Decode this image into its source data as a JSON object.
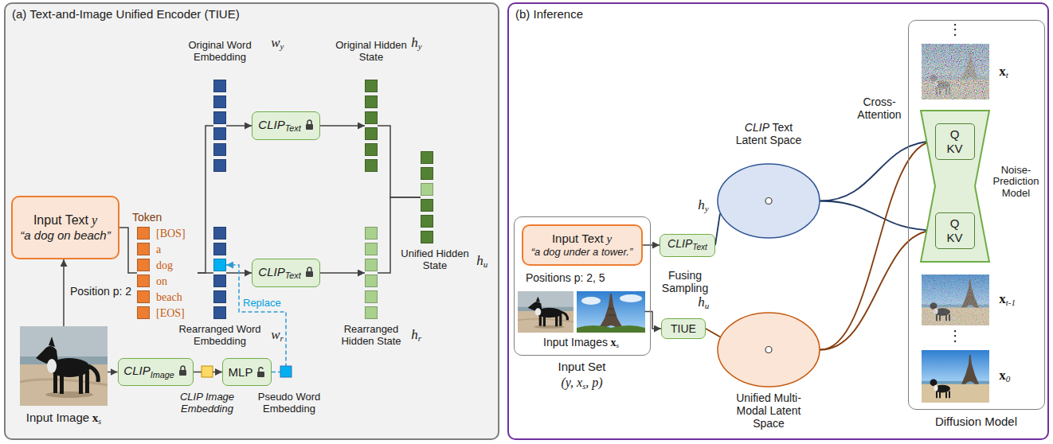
{
  "diagram": {
    "nodes": [
      {
        "text": [
          "(a) Text-and-Image Unified Encoder (TIUE)"
        ]
      },
      {
        "text": [
          "Input Text",
          "y",
          "“a dog on beach”"
        ],
        "in": 0
      },
      {
        "text": [
          "Token",
          "[BOS]",
          "a",
          "dog",
          "on",
          "beach",
          "[EOS]"
        ],
        "in": 0
      },
      {
        "text": [
          "Original Word Embedding",
          "w",
          "y"
        ],
        "in": 0
      },
      {
        "text": [
          "Rearranged Word Embedding",
          "w",
          "r"
        ],
        "in": 0
      },
      {
        "text": [
          "CLIP",
          "Text"
        ],
        "in": 0
      },
      {
        "text": [
          "CLIP",
          "Text"
        ],
        "in": 0
      },
      {
        "text": [
          "Original Hidden State",
          "h",
          "y"
        ],
        "in": 0
      },
      {
        "text": [
          "Rearranged Hidden State",
          "h",
          "r"
        ],
        "in": 0
      },
      {
        "text": [
          "Unified Hidden State",
          "h",
          "u"
        ],
        "in": 0
      },
      {
        "text": [
          "Input Image",
          "x",
          "s"
        ],
        "in": 0
      },
      {
        "text": [
          "CLIP",
          "Image"
        ],
        "in": 0
      },
      {
        "text": [
          "MLP"
        ],
        "in": 0
      },
      {
        "text": [
          "(b) Inference"
        ]
      },
      {
        "text": [
          "Input Set",
          "(y, x",
          "s",
          ", p)"
        ],
        "in": 13
      },
      {
        "text": [
          "Input Text",
          "y",
          "“a dog under a tower.”"
        ],
        "in": 14
      },
      {
        "text": [
          "Input Images",
          "x",
          "s"
        ],
        "in": 14
      },
      {
        "text": [
          "CLIP",
          "Text"
        ],
        "in": 13
      },
      {
        "text": [
          "TIUE"
        ],
        "in": 13
      },
      {
        "text": [
          "CLIP",
          "Text Latent Space"
        ],
        "in": 13
      },
      {
        "text": [
          "Unified Multi-Modal Latent Space"
        ],
        "in": 13
      },
      {
        "text": [
          "Diffusion Model"
        ],
        "in": 13
      },
      {
        "text": [
          "Noise-Prediction Model"
        ],
        "in": 21
      },
      {
        "text": [
          "Q",
          "KV"
        ],
        "in": 22
      },
      {
        "text": [
          "Q",
          "KV"
        ],
        "in": 22
      }
    ],
    "edges": [
      {
        "from": 10,
        "to": 1,
        "arrow": "to",
        "label": "Position p: 2"
      },
      {
        "from": 1,
        "to": 2,
        "arrow": "none"
      },
      {
        "from": 2,
        "to": 3,
        "arrow": "none"
      },
      {
        "from": 2,
        "to": 4,
        "arrow": "none"
      },
      {
        "from": 3,
        "to": 5,
        "arrow": "to"
      },
      {
        "from": 4,
        "to": 6,
        "arrow": "to"
      },
      {
        "from": 5,
        "to": 7,
        "arrow": "to"
      },
      {
        "from": 6,
        "to": 8,
        "arrow": "to"
      },
      {
        "from": 7,
        "to": 9,
        "arrow": "none"
      },
      {
        "from": 8,
        "to": 9,
        "arrow": "none"
      },
      {
        "from": 10,
        "to": 11,
        "arrow": "to"
      },
      {
        "from": 11,
        "to": 12,
        "arrow": "to"
      },
      {
        "from": 12,
        "to": 4,
        "arrow": "to",
        "label": "Replace"
      },
      {
        "from": 15,
        "to": 17,
        "arrow": "to"
      },
      {
        "from": 16,
        "to": 18,
        "arrow": "to"
      },
      {
        "from": 17,
        "to": 19,
        "arrow": "none"
      },
      {
        "from": 18,
        "to": 20,
        "arrow": "none"
      },
      {
        "from": 19,
        "to": 23,
        "arrow": "none"
      },
      {
        "from": 19,
        "to": 24,
        "arrow": "none"
      },
      {
        "from": 20,
        "to": 23,
        "arrow": "none"
      },
      {
        "from": 20,
        "to": 24,
        "arrow": "none"
      }
    ],
    "labels": [
      "CLIP Image Embedding",
      "Pseudo Word Embedding",
      "h",
      "y",
      "h",
      "u",
      "Positions p: 2, 5",
      "Fusing Sampling",
      "Cross-Attention",
      "⋮",
      "x",
      "t",
      "x",
      "t-1",
      "⋮",
      "x",
      "0"
    ]
  }
}
